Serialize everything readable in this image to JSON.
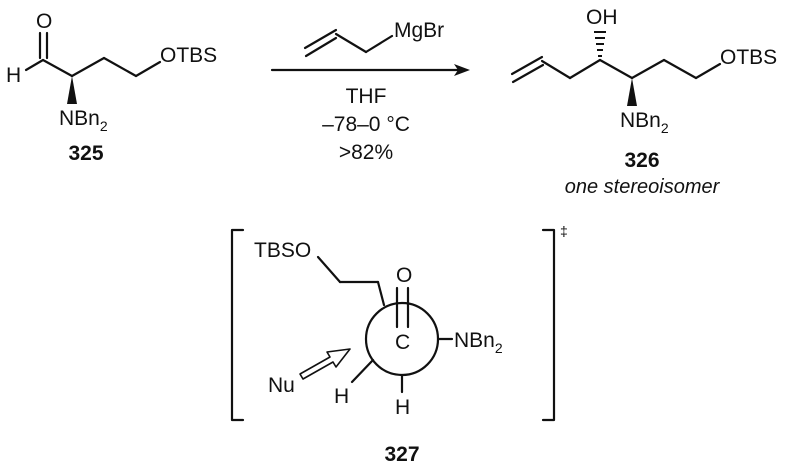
{
  "reagents": {
    "grignard_group": "MgBr",
    "solvent": "THF",
    "temperature": "–78–0 °C",
    "yield": ">82%"
  },
  "compound_325": {
    "number": "325",
    "aldehyde_h": "H",
    "aldehyde_o": "O",
    "silyl_ether": "OTBS",
    "amine": "NBn",
    "amine_subscript": "2"
  },
  "compound_326": {
    "number": "326",
    "hydroxyl": "OH",
    "silyl_ether": "OTBS",
    "amine": "NBn",
    "amine_subscript": "2",
    "note": "one stereoisomer"
  },
  "compound_327": {
    "number": "327",
    "silyl_ether": "TBSO",
    "carbonyl_o": "O",
    "carbon": "C",
    "amine": "NBn",
    "amine_subscript": "2",
    "nucleophile": "Nu",
    "h_left": "H",
    "h_bottom": "H",
    "ts_symbol": "‡"
  }
}
